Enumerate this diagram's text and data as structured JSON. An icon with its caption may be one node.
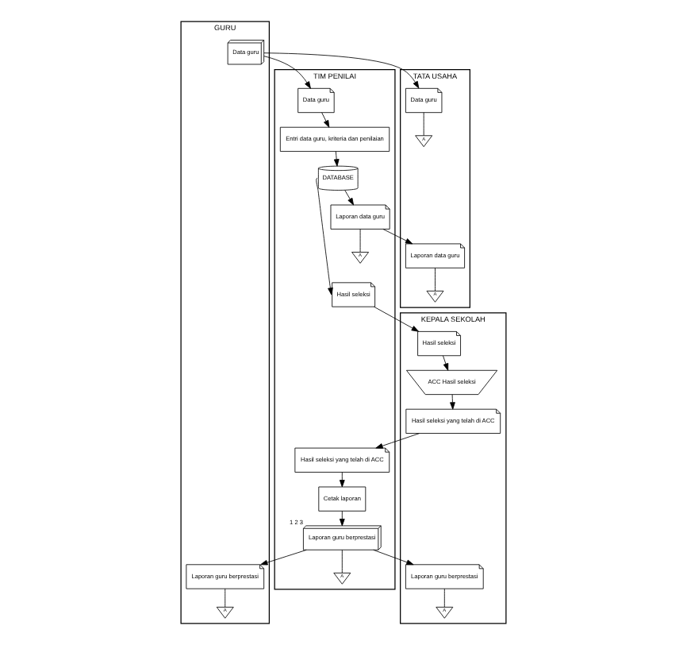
{
  "diagram": {
    "nodes": [
      {
        "text": [
          "GURU"
        ]
      },
      {
        "text": [
          "TIM PENILAI"
        ]
      },
      {
        "text": [
          "KEPALA SEKOLAH"
        ]
      },
      {
        "text": [
          "TATA USAHA"
        ]
      },
      {
        "text": [
          "Data guru"
        ],
        "in": 0
      },
      {
        "text": [
          "Data guru"
        ],
        "in": 1
      },
      {
        "text": [
          "Entri data guru, kriteria dan penilaian"
        ],
        "in": 1
      },
      {
        "text": [
          "DATABASE"
        ],
        "in": 1
      },
      {
        "text": [
          "Laporan data guru"
        ],
        "in": 1
      },
      {
        "text": [
          "A"
        ],
        "in": 1
      },
      {
        "text": [
          "Hasil seleksi"
        ],
        "in": 1
      },
      {
        "text": [
          "Hasil seleksi"
        ],
        "in": 2
      },
      {
        "text": [
          "ACC Hasil seleksi"
        ],
        "in": 2
      },
      {
        "text": [
          "Hasil seleksi yang telah di ACC"
        ],
        "in": 2
      },
      {
        "text": [
          "Hasil seleksi yang telah di ACC"
        ],
        "in": 1
      },
      {
        "text": [
          "Cetak laporan"
        ],
        "in": 1
      },
      {
        "text": [
          "Laporan guru berprestasi"
        ],
        "in": 1,
        "beside": [
          "1",
          "2",
          "3"
        ]
      },
      {
        "text": [
          "A"
        ],
        "in": 1
      },
      {
        "text": [
          "Laporan guru berprestasi"
        ],
        "in": 0
      },
      {
        "text": [
          "A"
        ],
        "in": 0
      },
      {
        "text": [
          "Laporan guru berprestasi"
        ],
        "in": 2
      },
      {
        "text": [
          "A"
        ],
        "in": 2
      },
      {
        "text": [
          "Data guru"
        ],
        "in": 3
      },
      {
        "text": [
          "A"
        ],
        "in": 3
      },
      {
        "text": [
          "Laporan data guru"
        ],
        "in": 3
      },
      {
        "text": [
          "A"
        ],
        "in": 3
      }
    ],
    "edges": [
      {
        "from": 4,
        "to": 5,
        "arrow": "to"
      },
      {
        "from": 4,
        "to": 22,
        "arrow": "to"
      },
      {
        "from": 5,
        "to": 6,
        "arrow": "to"
      },
      {
        "from": 6,
        "to": 7,
        "arrow": "to"
      },
      {
        "from": 7,
        "to": 8,
        "arrow": "to"
      },
      {
        "from": 7,
        "to": 10,
        "arrow": "to"
      },
      {
        "from": 8,
        "to": 9,
        "arrow": "none"
      },
      {
        "from": 8,
        "to": 24,
        "arrow": "to"
      },
      {
        "from": 10,
        "to": 11,
        "arrow": "to"
      },
      {
        "from": 11,
        "to": 12,
        "arrow": "to"
      },
      {
        "from": 12,
        "to": 13,
        "arrow": "to"
      },
      {
        "from": 13,
        "to": 14,
        "arrow": "to"
      },
      {
        "from": 14,
        "to": 15,
        "arrow": "to"
      },
      {
        "from": 15,
        "to": 16,
        "arrow": "to"
      },
      {
        "from": 16,
        "to": 18,
        "arrow": "to"
      },
      {
        "from": 16,
        "to": 20,
        "arrow": "to"
      },
      {
        "from": 16,
        "to": 17,
        "arrow": "none"
      },
      {
        "from": 18,
        "to": 19,
        "arrow": "none"
      },
      {
        "from": 20,
        "to": 21,
        "arrow": "none"
      },
      {
        "from": 22,
        "to": 23,
        "arrow": "none"
      },
      {
        "from": 24,
        "to": 25,
        "arrow": "none"
      }
    ]
  }
}
